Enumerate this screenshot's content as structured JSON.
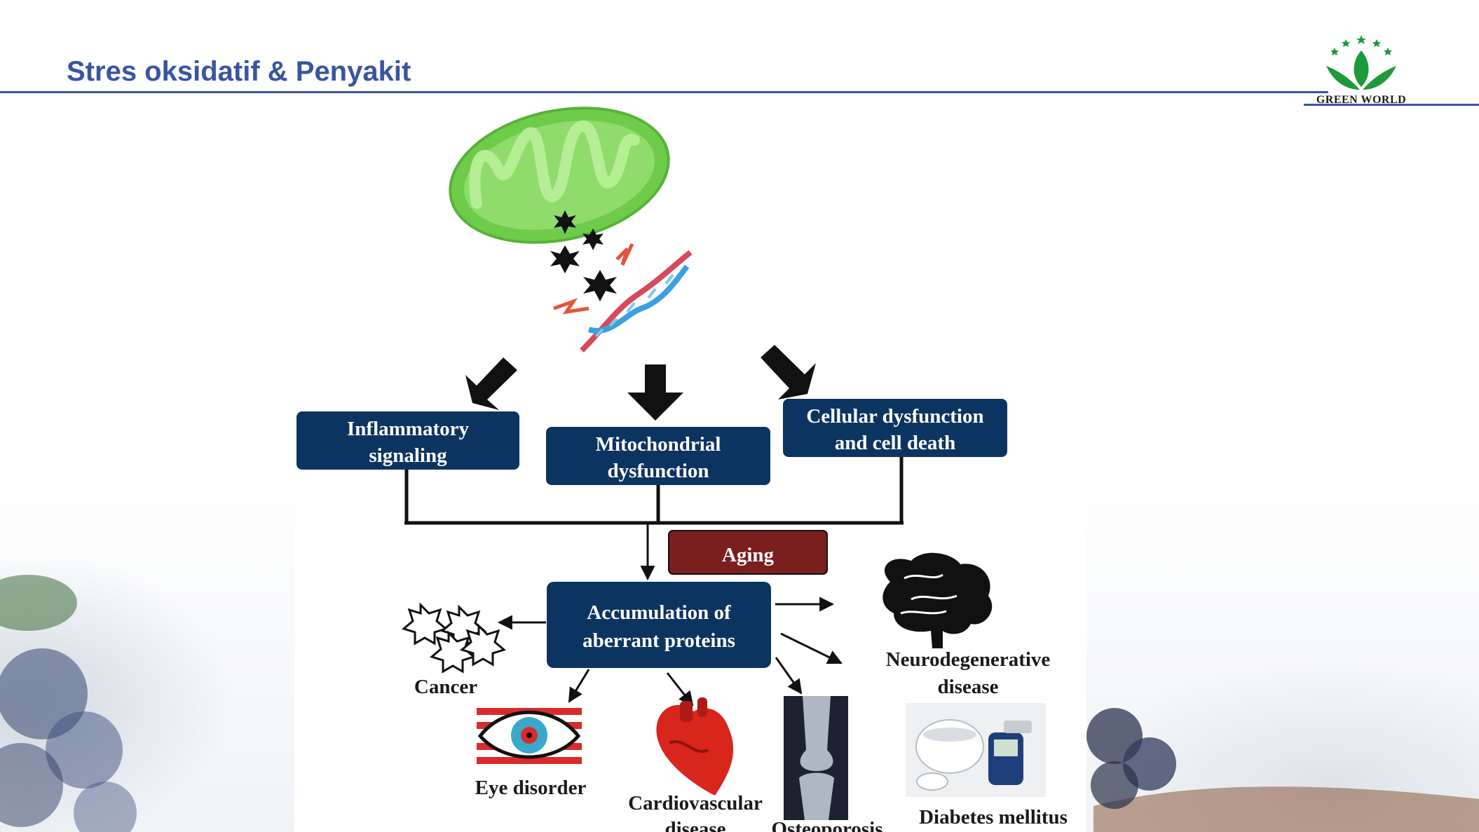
{
  "slide": {
    "title": "Stres oksidatif & Penyakit",
    "logo_text": "GREEN WORLD"
  },
  "colors": {
    "title": "#3a55a0",
    "box_fill": "#0c3461",
    "aging_fill": "#7a1e1e",
    "mitochondrion": "#6fcc4a",
    "logo_green": "#1f9a3a"
  },
  "diagram": {
    "boxes": {
      "inflammatory": [
        "Inflammatory",
        "signaling"
      ],
      "mitochondrial": [
        "Mitochondrial",
        "dysfunction"
      ],
      "cellular": [
        "Cellular dysfunction",
        "and cell  death"
      ],
      "aging": "Aging",
      "accumulation": [
        "Accumulation of",
        "aberrant proteins"
      ]
    },
    "labels": {
      "cancer": "Cancer",
      "neuro": [
        "Neurodegenerative",
        "disease"
      ],
      "eye": "Eye disorder",
      "cardio": [
        "Cardiovascular",
        "disease"
      ],
      "osteo": "Osteoporosis",
      "diabetes": "Diabetes mellitus"
    },
    "icons": [
      "mitochondrion-icon",
      "free-radical-icon",
      "dna-icon",
      "brain-icon",
      "cancer-cells-icon",
      "eye-icon",
      "heart-icon",
      "knee-xray-icon",
      "glucose-meter-icon"
    ]
  }
}
